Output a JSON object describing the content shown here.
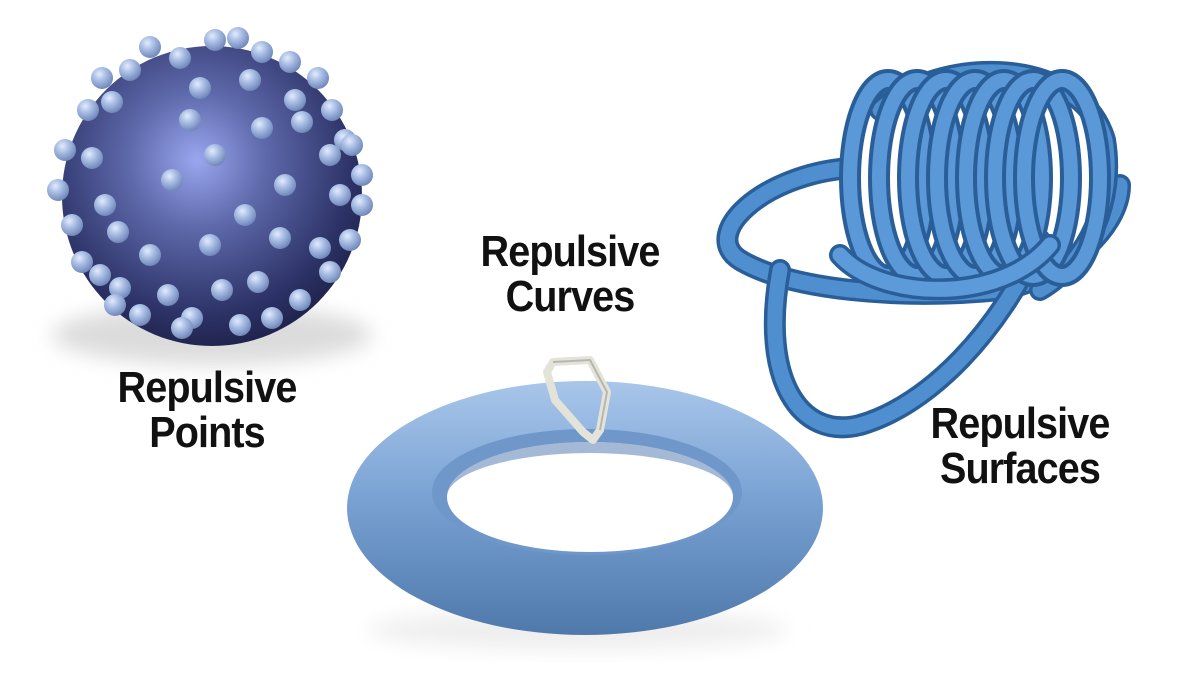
{
  "labels": {
    "points": {
      "line1": "Repulsive",
      "line2": "Points"
    },
    "curves": {
      "line1": "Repulsive",
      "line2": "Curves"
    },
    "surfaces": {
      "line1": "Repulsive",
      "line2": "Surfaces"
    }
  },
  "colors": {
    "sphere": "#4a5593",
    "sphere_highlight": "#8f9ae6",
    "particle": "#a9bde3",
    "torus": "#7ea6d6",
    "tube": "#4f8fd0",
    "link": "#d9d9d0",
    "shadow": "#e3e3e3"
  }
}
